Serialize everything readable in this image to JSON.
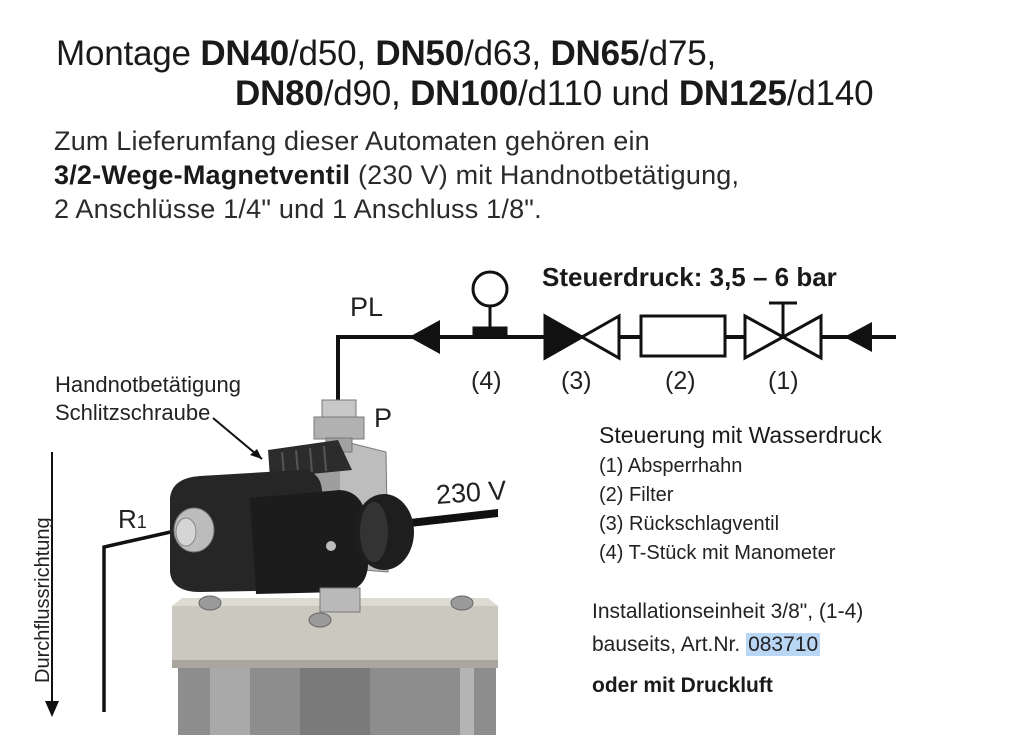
{
  "title": {
    "line1": [
      "Montage ",
      "DN40",
      "/d50, ",
      "DN50",
      "/d63, ",
      "DN65",
      "/d75,"
    ],
    "line2": [
      "DN80",
      "/d90, ",
      "DN100",
      "/d110 und ",
      "DN125",
      "/d140"
    ]
  },
  "intro": {
    "line1": "Zum Lieferumfang dieser Automaten gehören ein",
    "line2_bold": "3/2-Wege-Magnetventil",
    "line2_rest": " (230 V) mit Handnotbetätigung,",
    "line3": "2 Anschlüsse 1/4\" und 1 Anschluss 1/8\"."
  },
  "diagram": {
    "control_pressure": "Steuerdruck: 3,5 – 6 bar",
    "pl_label": "PL",
    "p_label": "P",
    "r1_label": "R",
    "r1_sub": "1",
    "voltage_label": "230 V",
    "manual_label_1": "Handnotbetätigung",
    "manual_label_2": "Schlitzschraube",
    "flow_direction": "Durchflussrichtung",
    "component_numbers": [
      "(4)",
      "(3)",
      "(2)",
      "(1)"
    ]
  },
  "legend": {
    "title": "Steuerung mit Wasserdruck",
    "items": [
      "(1) Absperrhahn",
      "(2) Filter",
      "(3) Rückschlagventil",
      "(4) T-Stück mit Manometer"
    ],
    "install_unit_line1": "Installationseinheit 3/8\", (1-4)",
    "install_unit_prefix": "bauseits, Art.Nr. ",
    "article_number": "083710",
    "air_option": "oder mit Druckluft"
  },
  "colors": {
    "text": "#1a1a1a",
    "highlight": "#b9d6f5",
    "valve_body": "#2a2a2a",
    "plate": "#c9c6bf"
  }
}
